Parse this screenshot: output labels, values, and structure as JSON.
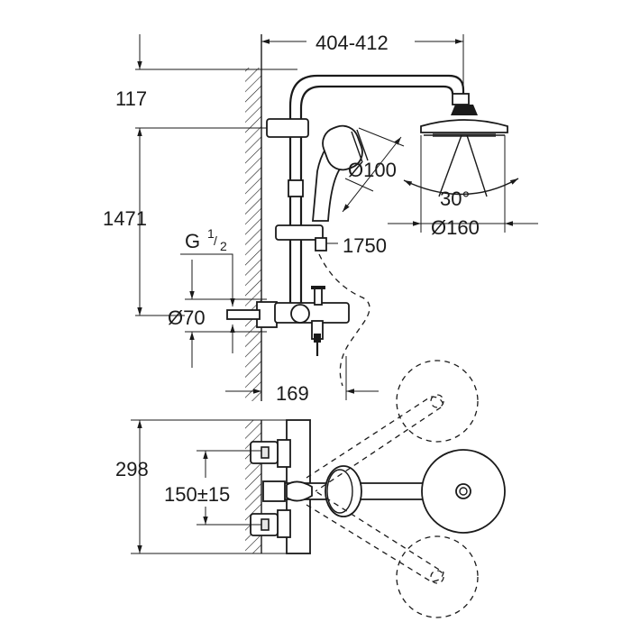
{
  "dimensions": {
    "arm_length": "404-412",
    "top_height": "117",
    "overall_height": "1471",
    "thread": "G",
    "thread_fraction_num": "1",
    "thread_fraction_den": "2",
    "mixer_diameter": "Ø70",
    "handshower_diameter": "Ø100",
    "spray_angle": "30°",
    "headshower_diameter": "Ø160",
    "hose_length": "1750",
    "projection": "169",
    "plan_depth": "298",
    "inlet_centres": "150±15"
  },
  "colors": {
    "line": "#1a1a1a",
    "fill_light": "#e6e6e6",
    "background": "#ffffff"
  }
}
